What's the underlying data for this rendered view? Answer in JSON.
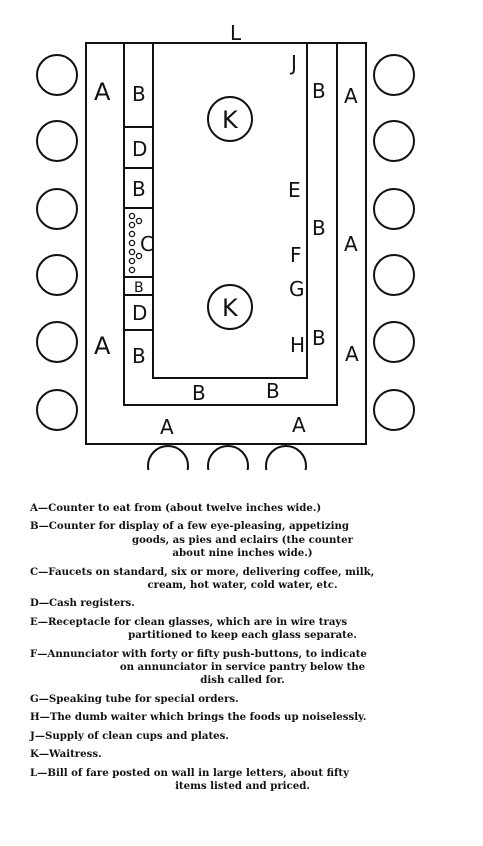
{
  "diagram": {
    "labels": {
      "L": "L",
      "J": "J",
      "K_top": "K",
      "K_bottom": "K",
      "E": "E",
      "F": "F",
      "G": "G",
      "H": "H",
      "C": "C",
      "D_top": "D",
      "D_bottom": "D",
      "A_left_top": "A",
      "A_left_bottom": "A",
      "A_right_top": "A",
      "A_right_mid": "A",
      "A_right_bottom": "A",
      "A_bottom_left": "A",
      "A_bottom_right": "A",
      "B_left_top": "B",
      "B_left_2": "B",
      "B_left_small": "B",
      "B_left_bottom": "B",
      "B_right_top": "B",
      "B_right_mid": "B",
      "B_right_bottom": "B",
      "B_bottom_left": "B",
      "B_bottom_right": "B"
    }
  },
  "legend": [
    {
      "line1": "A—Counter to eat from (about twelve inches wide.)",
      "cont": []
    },
    {
      "line1": "B—Counter for display of a few eye-pleasing, appetizing",
      "cont": [
        "goods, as pies and eclairs (the counter",
        "about nine inches wide.)"
      ]
    },
    {
      "line1": "C—Faucets on standard, six or more, delivering coffee, milk,",
      "cont": [
        "cream, hot water, cold water, etc."
      ]
    },
    {
      "line1": "D—Cash registers.",
      "cont": []
    },
    {
      "line1": "E—Receptacle for clean glasses, which are in wire trays",
      "cont": [
        "partitioned to keep each glass separate."
      ]
    },
    {
      "line1": "F—Annunciator with forty or fifty push-buttons, to indicate",
      "cont": [
        "on annunciator in service pantry below the",
        "dish called for."
      ]
    },
    {
      "line1": "G—Speaking tube for special orders.",
      "cont": []
    },
    {
      "line1": "H—The dumb waiter which brings the foods up noiselessly.",
      "cont": []
    },
    {
      "line1": "J—Supply of clean cups and plates.",
      "cont": []
    },
    {
      "line1": "K—Waitress.",
      "cont": []
    },
    {
      "line1": "L—Bill of fare posted on wall in large letters, about fifty",
      "cont": [
        "items listed and priced."
      ]
    }
  ]
}
